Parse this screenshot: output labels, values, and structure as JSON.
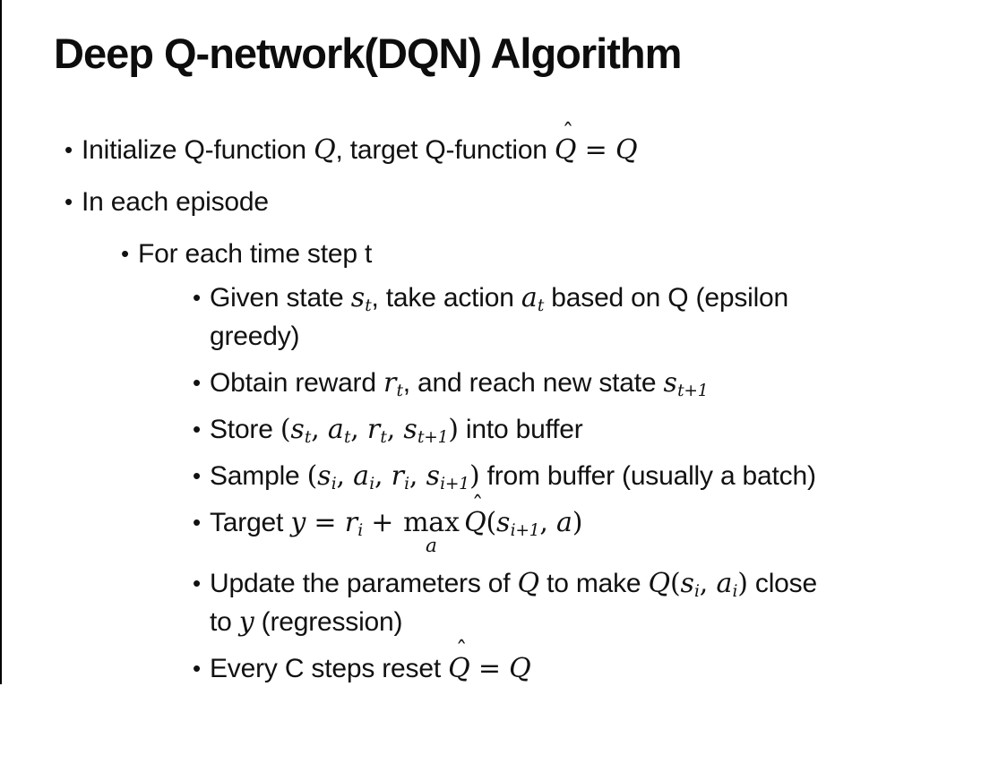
{
  "page": {
    "background_color": "#ffffff",
    "text_color": "#111111",
    "frame_line_color": "#000000",
    "bullet_char": "•"
  },
  "slide": {
    "title": "Deep Q-network(DQN) Algorithm",
    "bullets": [
      {
        "level": 1,
        "segments": [
          {
            "t": "Initialize Q-function "
          },
          {
            "v": "Q"
          },
          {
            "t": ", target Q-function "
          },
          {
            "hat": "Q"
          },
          {
            "o": " = "
          },
          {
            "v": "Q"
          }
        ]
      },
      {
        "level": 1,
        "segments": [
          {
            "t": "In each episode"
          }
        ]
      },
      {
        "level": 2,
        "segments": [
          {
            "t": "For each time step t"
          }
        ]
      },
      {
        "level": 3,
        "segments": [
          {
            "t": "Given state "
          },
          {
            "v": "s",
            "sub": "t"
          },
          {
            "t": ", take action "
          },
          {
            "v": "a",
            "sub": "t"
          },
          {
            "t": " based on Q (epsilon"
          },
          {
            "br": true
          },
          {
            "t": "greedy)"
          }
        ]
      },
      {
        "level": 3,
        "segments": [
          {
            "t": "Obtain reward "
          },
          {
            "v": "r",
            "sub": "t"
          },
          {
            "t": ", and reach new state "
          },
          {
            "v": "s",
            "sub": "t+1"
          }
        ]
      },
      {
        "level": 3,
        "segments": [
          {
            "t": "Store "
          },
          {
            "o": "("
          },
          {
            "v": "s",
            "sub": "t"
          },
          {
            "o": ", "
          },
          {
            "v": "a",
            "sub": "t"
          },
          {
            "o": ", "
          },
          {
            "v": "r",
            "sub": "t"
          },
          {
            "o": ", "
          },
          {
            "v": "s",
            "sub": "t+1"
          },
          {
            "o": ")"
          },
          {
            "t": " into buffer"
          }
        ]
      },
      {
        "level": 3,
        "segments": [
          {
            "t": "Sample "
          },
          {
            "o": "("
          },
          {
            "v": "s",
            "sub": "i"
          },
          {
            "o": ", "
          },
          {
            "v": "a",
            "sub": "i"
          },
          {
            "o": ", "
          },
          {
            "v": "r",
            "sub": "i"
          },
          {
            "o": ", "
          },
          {
            "v": "s",
            "sub": "i+1"
          },
          {
            "o": ")"
          },
          {
            "t": " from buffer (usually a batch)"
          }
        ]
      },
      {
        "level": 3,
        "segments": [
          {
            "t": "Target "
          },
          {
            "v": "y"
          },
          {
            "o": " = "
          },
          {
            "v": "r",
            "sub": "i"
          },
          {
            "o": " + "
          },
          {
            "max": {
              "base": "max",
              "under": "a"
            }
          },
          {
            "hat": "Q"
          },
          {
            "o": "("
          },
          {
            "v": "s",
            "sub": "i+1"
          },
          {
            "o": ", "
          },
          {
            "v": "a"
          },
          {
            "o": ")"
          }
        ]
      },
      {
        "level": 3,
        "segments": [
          {
            "t": "Update the parameters of "
          },
          {
            "v": "Q"
          },
          {
            "t": " to make "
          },
          {
            "v": "Q"
          },
          {
            "o": "("
          },
          {
            "v": "s",
            "sub": "i"
          },
          {
            "o": ", "
          },
          {
            "v": "a",
            "sub": "i"
          },
          {
            "o": ")"
          },
          {
            "t": " close"
          },
          {
            "br": true
          },
          {
            "t": "to "
          },
          {
            "v": "y"
          },
          {
            "t": " (regression)"
          }
        ]
      },
      {
        "level": 3,
        "segments": [
          {
            "t": "Every C steps reset "
          },
          {
            "hat": "Q"
          },
          {
            "o": " = "
          },
          {
            "v": "Q"
          }
        ]
      }
    ]
  }
}
